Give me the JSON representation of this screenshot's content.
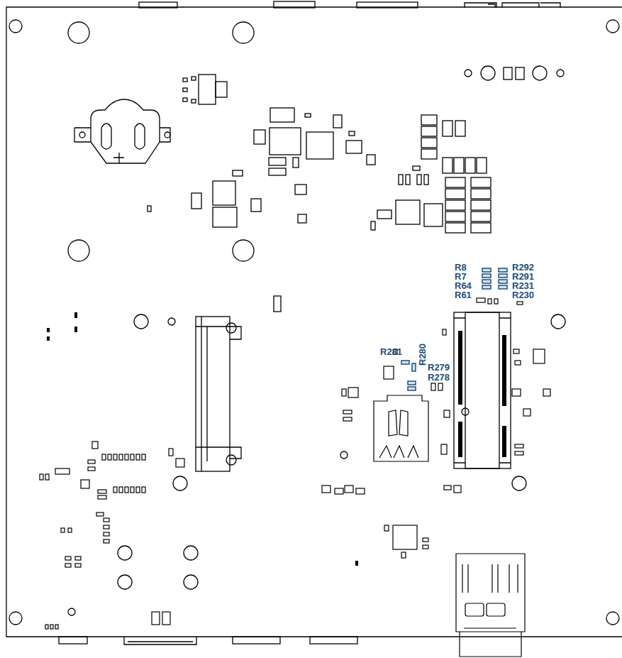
{
  "diagram": {
    "labels": [
      "R8",
      "R7",
      "R64",
      "R61",
      "R292",
      "R291",
      "R231",
      "R230",
      "R281",
      "R280",
      "R279",
      "R278"
    ]
  }
}
